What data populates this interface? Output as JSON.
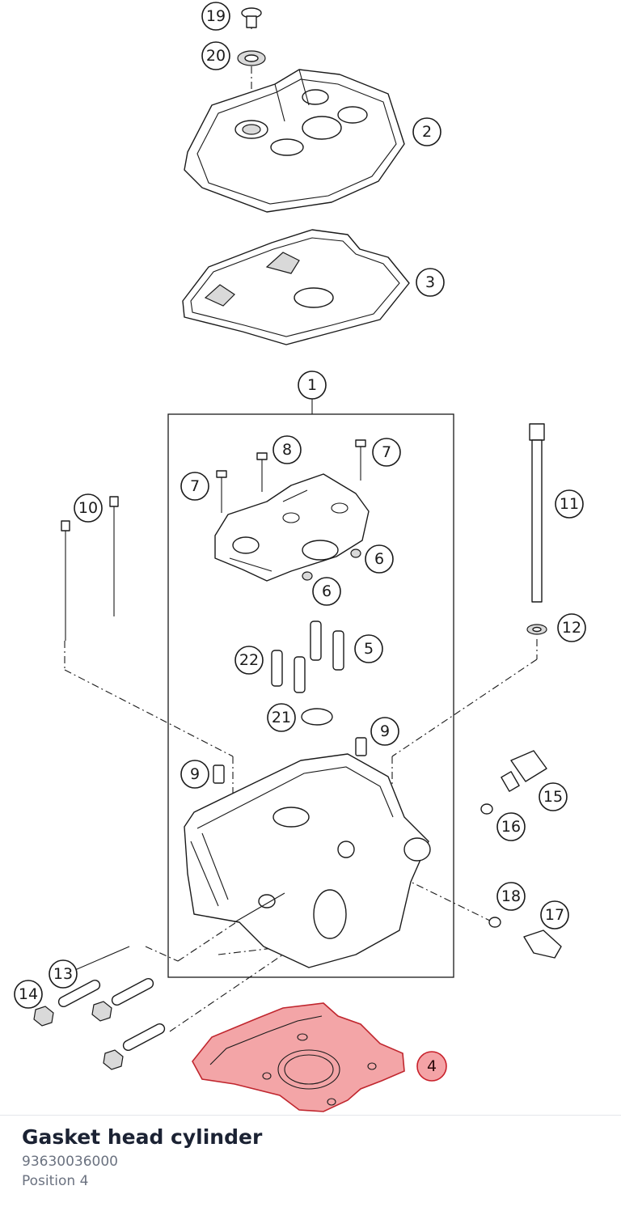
{
  "callouts": [
    "19",
    "20",
    "2",
    "3",
    "1",
    "8",
    "7",
    "7",
    "10",
    "11",
    "6",
    "6",
    "12",
    "5",
    "22",
    "21",
    "9",
    "9",
    "15",
    "16",
    "18",
    "17",
    "13",
    "14",
    "4"
  ],
  "selected_part": {
    "name": "Gasket head cylinder",
    "number": "93630036000",
    "position_label": "Position 4"
  },
  "colors": {
    "highlight_fill": "#f4a3a6",
    "highlight_stroke": "#c8202a",
    "title": "#1b2233",
    "meta": "#6b7280"
  }
}
